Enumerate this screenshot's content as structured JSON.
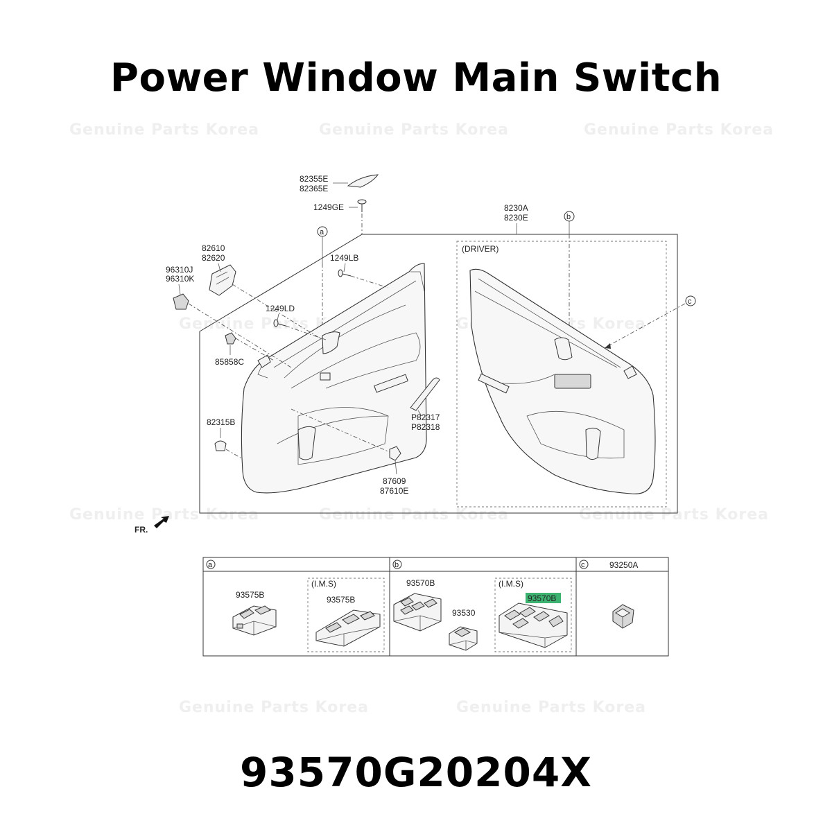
{
  "title": "Power Window Main Switch",
  "part_number": "93570G20204X",
  "watermark": "Genuine Parts Korea",
  "highlight_color": "#3cb371",
  "diagram": {
    "callouts": {
      "cover_a": "82355E",
      "cover_b": "82365E",
      "screw_1249ge": "1249GE",
      "circle_a": "a",
      "circle_b": "b",
      "circle_c": "c",
      "trim_a": "8230A",
      "trim_b": "8230E",
      "driver": "(DRIVER)",
      "handle_a": "82610",
      "handle_b": "82620",
      "module_a": "96310J",
      "module_b": "96310K",
      "screw_1249lb": "1249LB",
      "screw_1249ld": "1249LD",
      "clip_85858c": "85858C",
      "clip_82315b": "82315B",
      "pull_a": "P82317",
      "pull_b": "P82318",
      "lamp_a": "87609",
      "lamp_b": "87610E",
      "front": "FR."
    },
    "table": {
      "col_a": {
        "circle": "a",
        "part": "93575B",
        "ims_label": "(I.M.S)",
        "ims_part": "93575B"
      },
      "col_b": {
        "circle": "b",
        "part": "93570B",
        "second_part": "93530",
        "ims_label": "(I.M.S)",
        "ims_part": "93570B"
      },
      "col_c": {
        "circle": "c",
        "part": "93250A"
      }
    }
  }
}
